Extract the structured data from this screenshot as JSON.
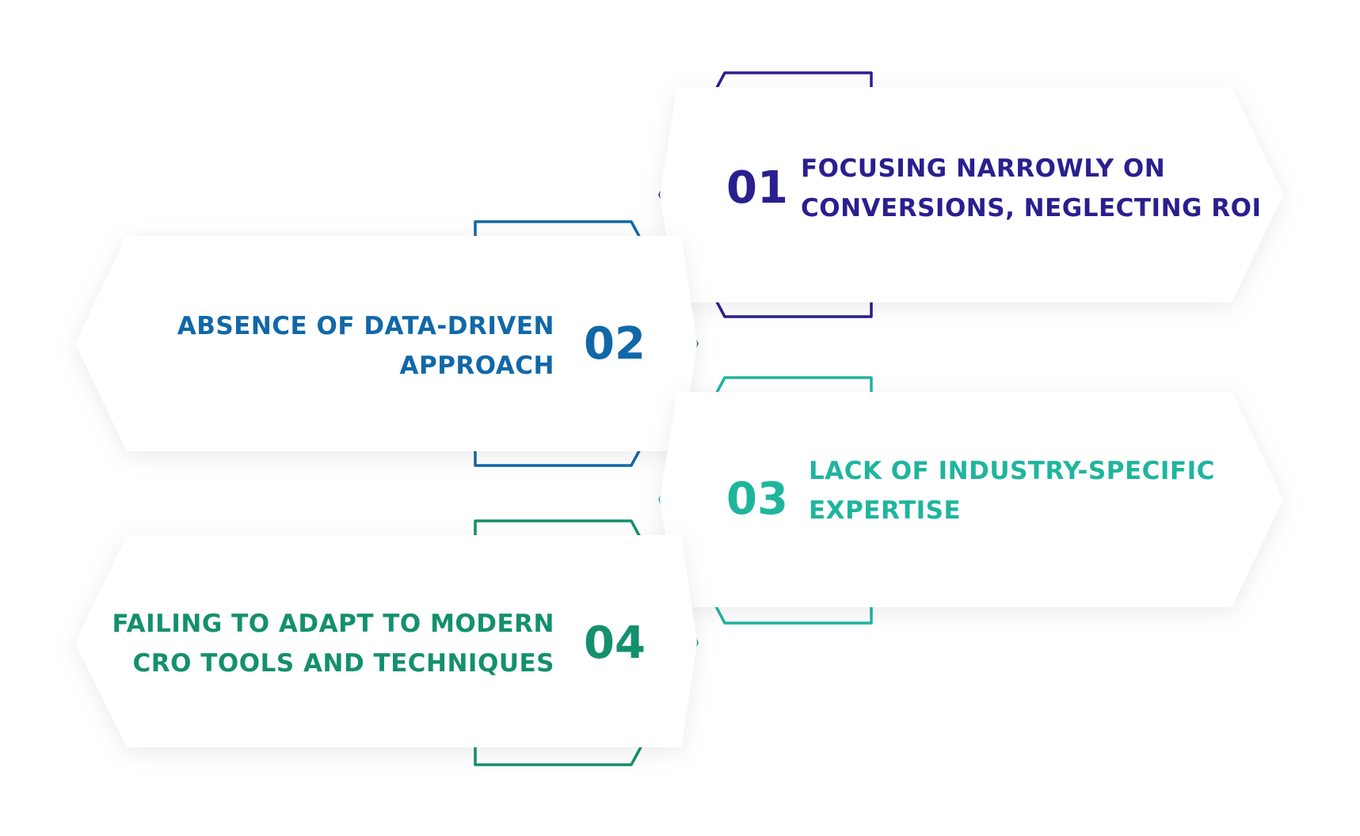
{
  "items": [
    {
      "number": "01",
      "lines": [
        "FOCUSING NARROWLY ON",
        "CONVERSIONS, NEGLECTING ROI"
      ],
      "color": "#2a1f8f"
    },
    {
      "number": "02",
      "lines": [
        "ABSENCE OF DATA-DRIVEN",
        "APPROACH"
      ],
      "color": "#1168a8"
    },
    {
      "number": "03",
      "lines": [
        "LACK OF INDUSTRY-SPECIFIC",
        "EXPERTISE"
      ],
      "color": "#1fb59d"
    },
    {
      "number": "04",
      "lines": [
        "FAILING TO ADAPT TO MODERN",
        "CRO TOOLS AND TECHNIQUES"
      ],
      "color": "#14906e"
    }
  ]
}
